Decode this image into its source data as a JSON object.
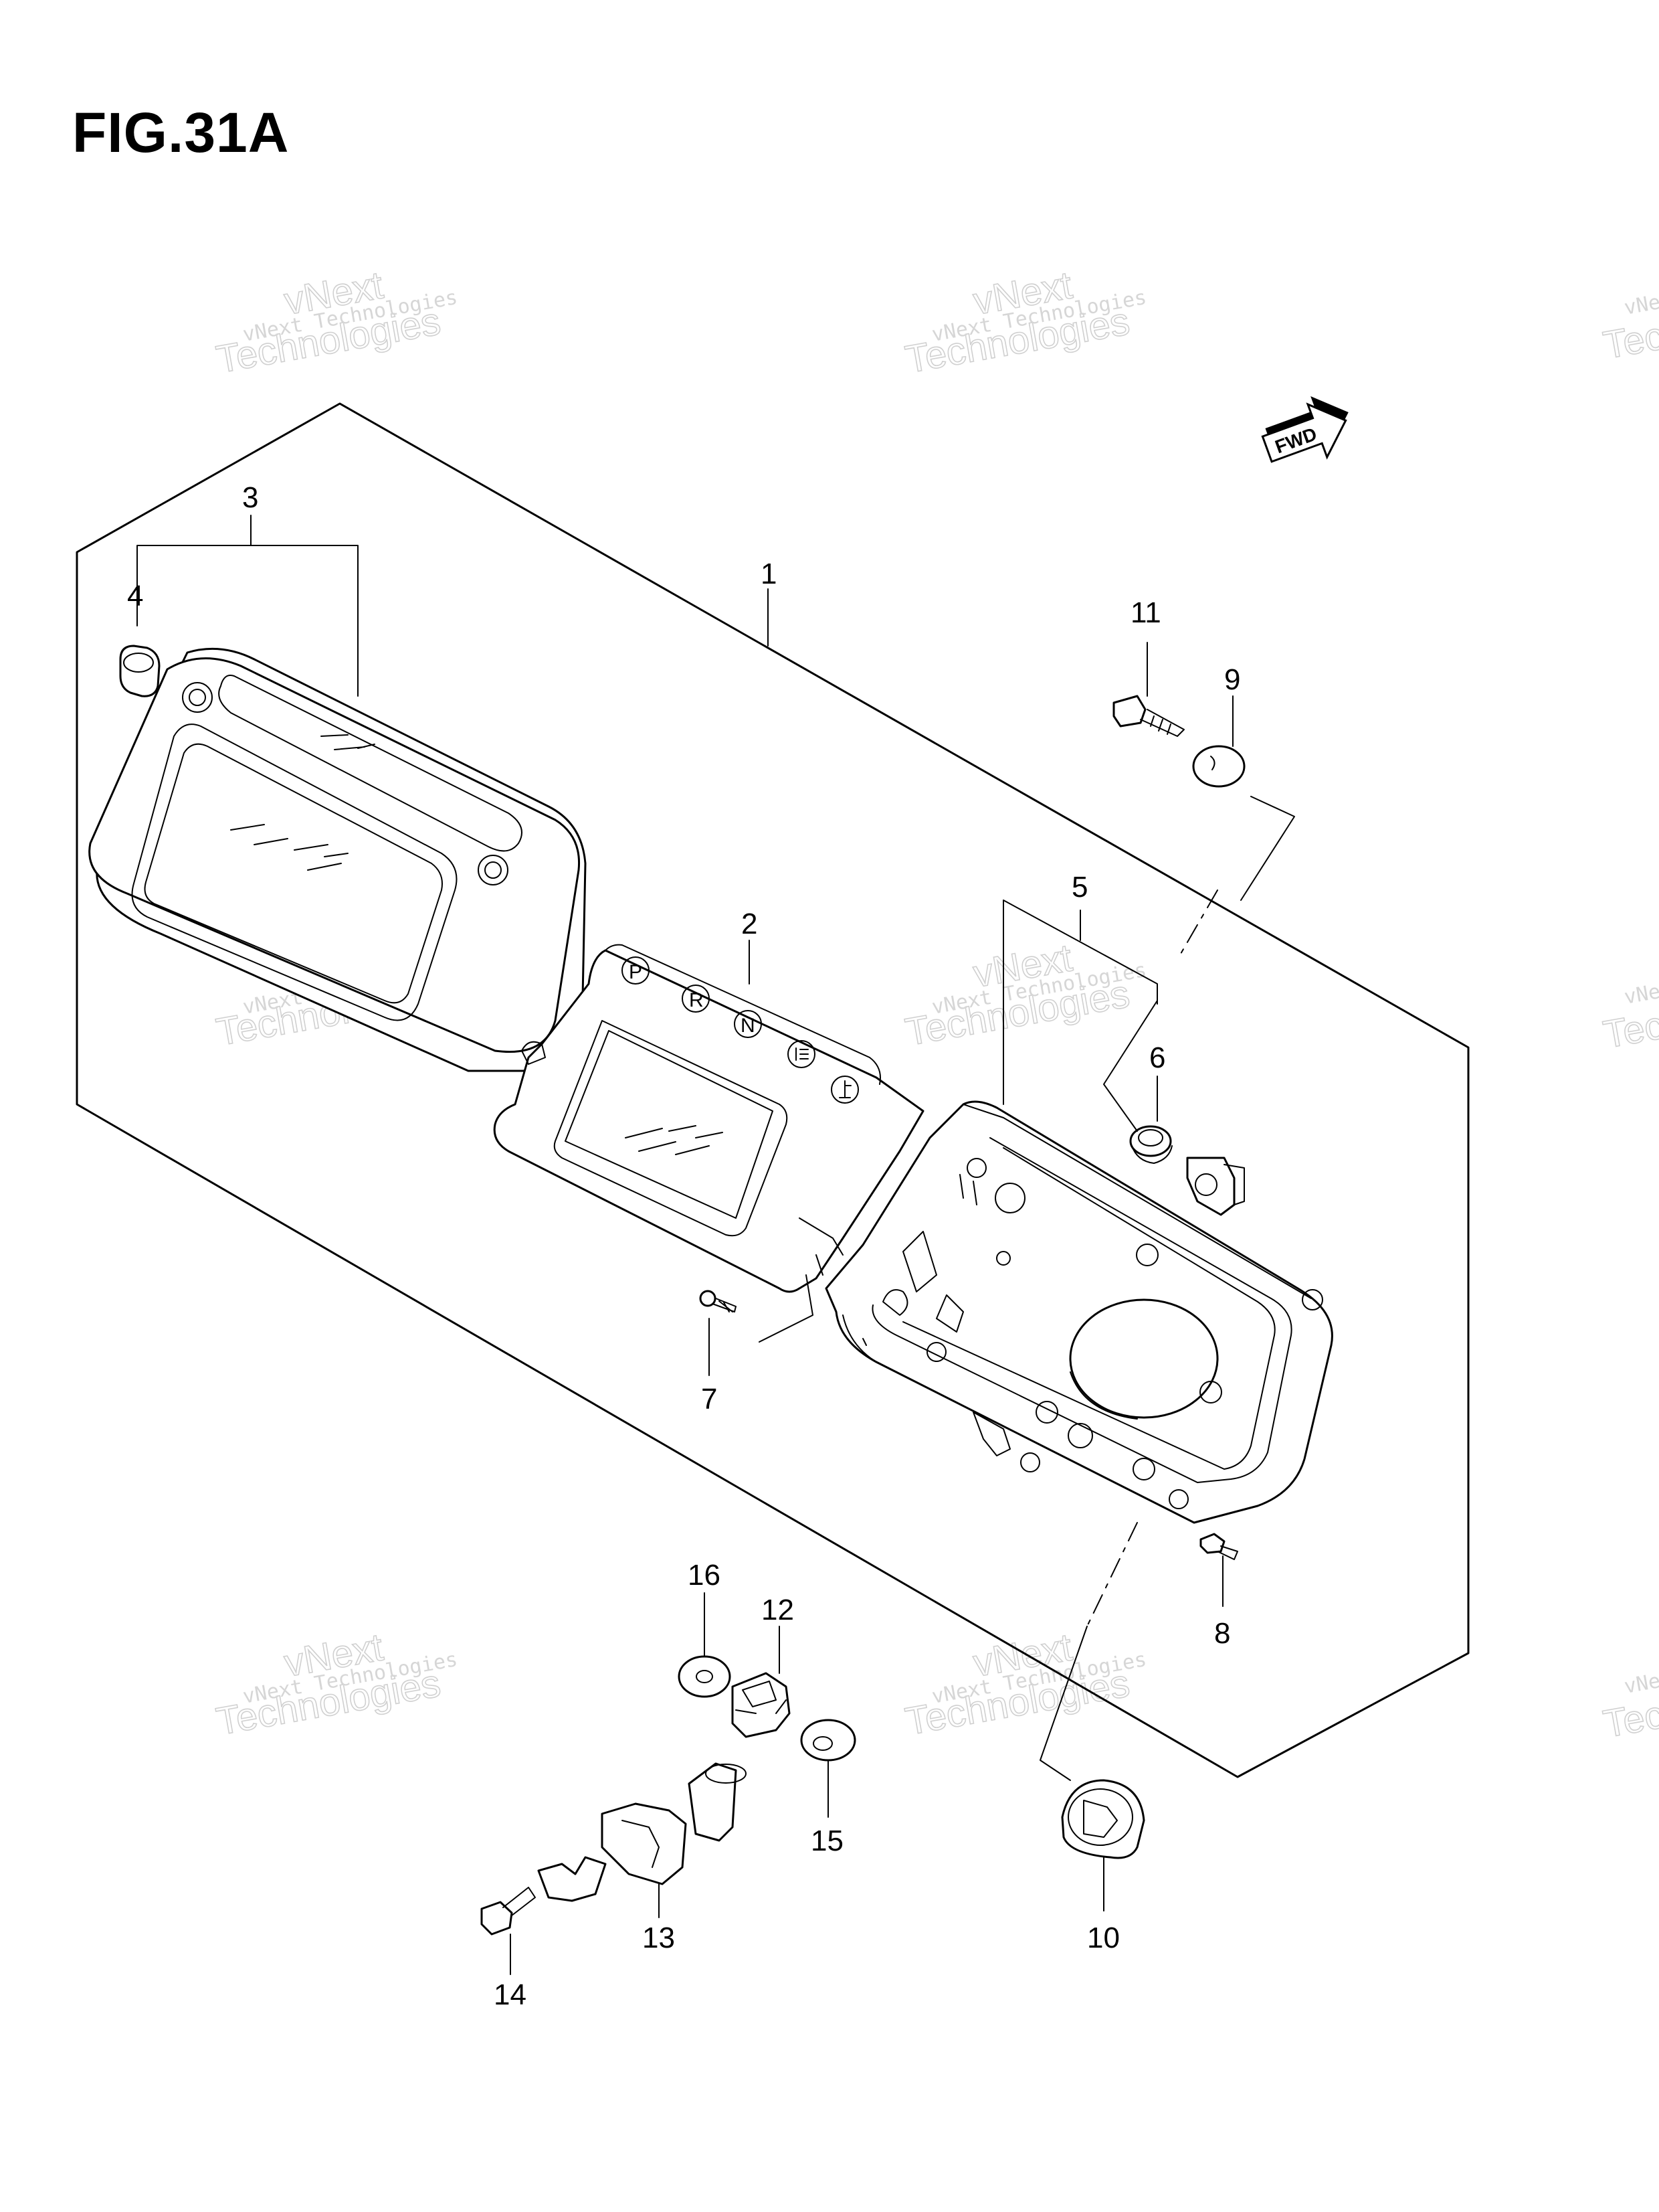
{
  "figure": {
    "title": "FIG.31A"
  },
  "direction_arrow": {
    "label": "FWD",
    "icon": "forward-arrow-icon"
  },
  "watermark": {
    "line1": "vNext Technologies",
    "line2": "vNext",
    "line3": "Technologies"
  },
  "gear_indicators": [
    "P",
    "R",
    "N"
  ],
  "callouts": {
    "p1": "1",
    "p2": "2",
    "p3": "3",
    "p4": "4",
    "p5": "5",
    "p6": "6",
    "p7": "7",
    "p8": "8",
    "p9": "9",
    "p10": "10",
    "p11": "11",
    "p12": "12",
    "p13": "13",
    "p14": "14",
    "p15": "15",
    "p16": "16"
  }
}
